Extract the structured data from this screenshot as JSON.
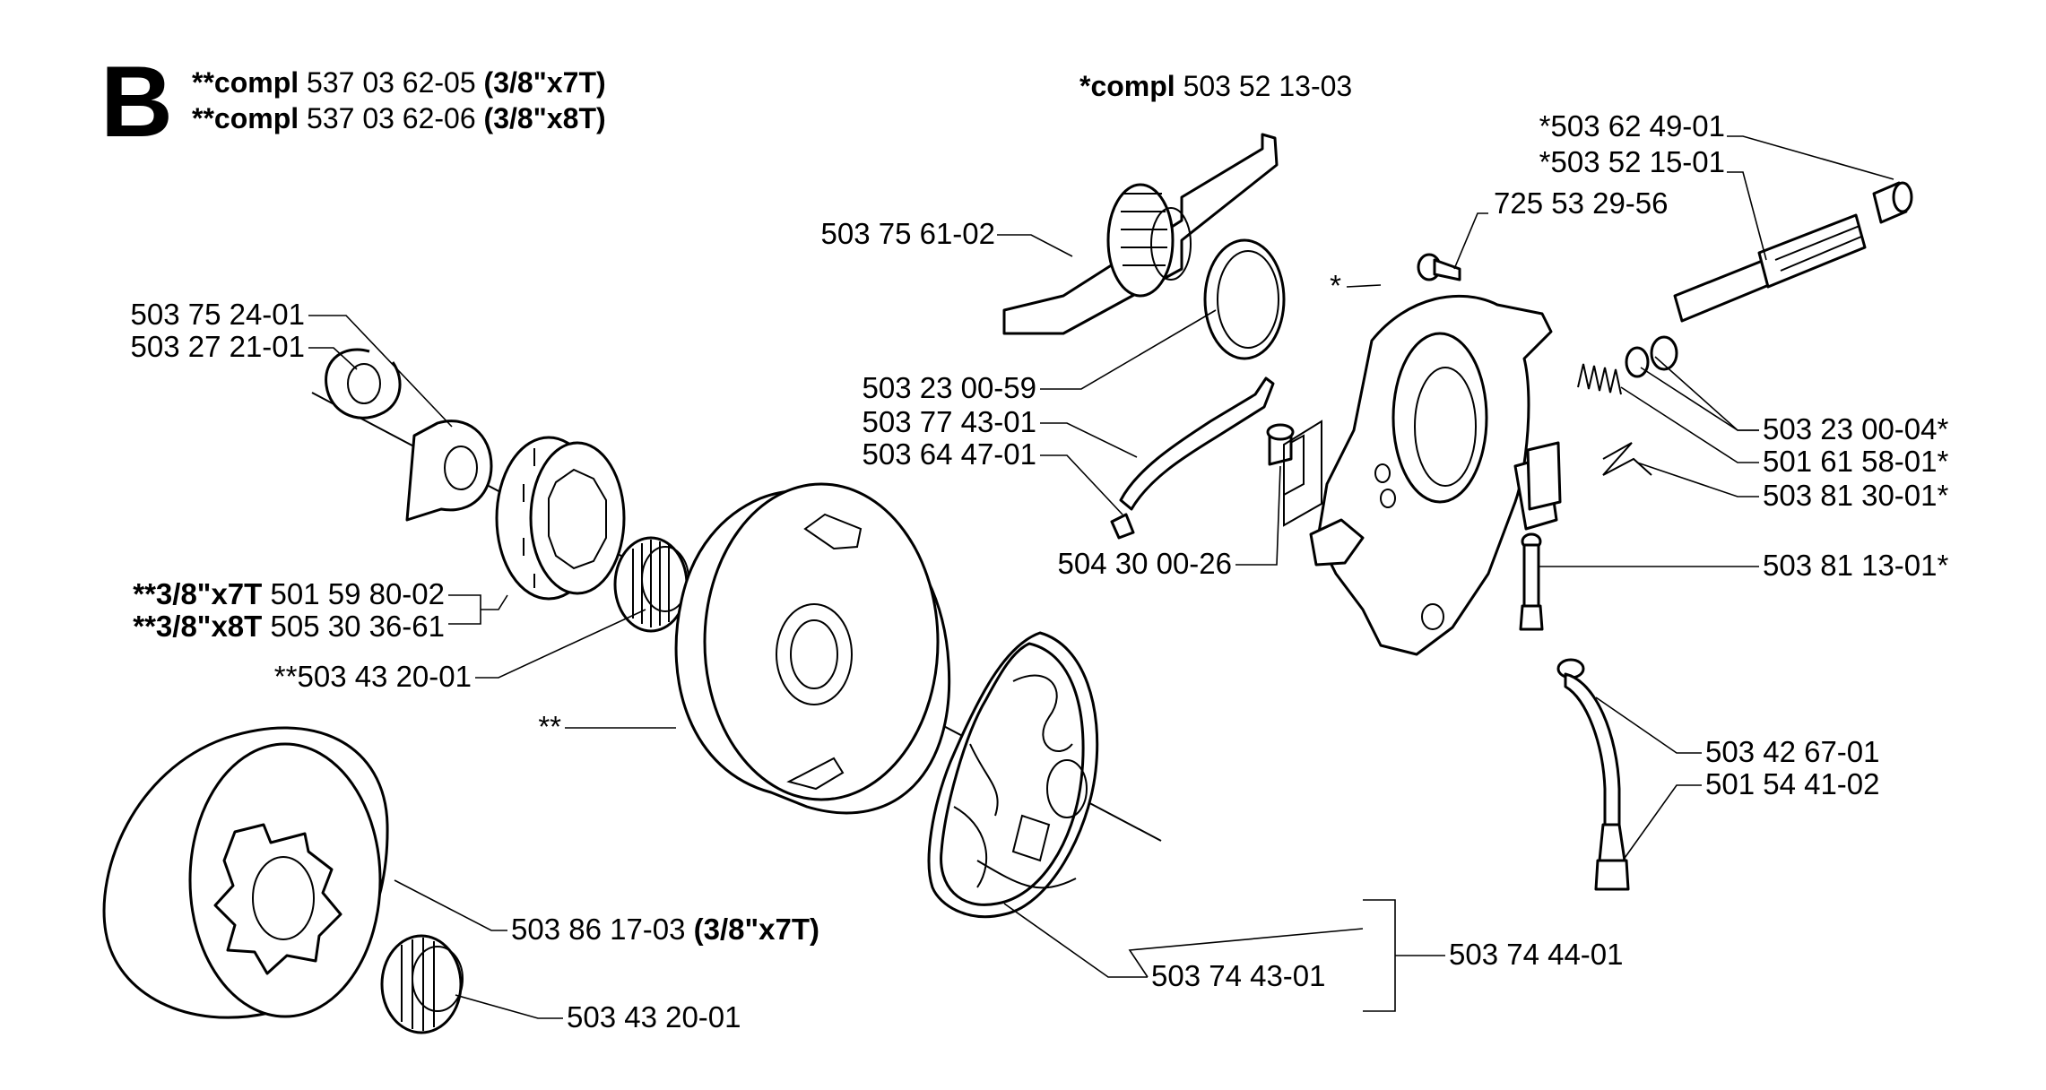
{
  "section_letter": "B",
  "header": {
    "line1_prefix": "**compl",
    "line1_number": " 537 03 62-05 ",
    "line1_suffix": "(3/8\"x7T)",
    "line2_prefix": "**compl",
    "line2_number": " 537 03 62-06 ",
    "line2_suffix": "(3/8\"x8T)",
    "pump_prefix": "*compl",
    "pump_number": " 503 52 13-03"
  },
  "labels": {
    "p_503_62_49_01": "*503 62 49-01",
    "p_503_52_15_01": "*503 52 15-01",
    "p_725_53_29_56": "725 53 29-56",
    "p_503_75_61_02": "503 75 61-02",
    "p_star": "*",
    "p_503_75_24_01": "503 75 24-01",
    "p_503_27_21_01": "503 27 21-01",
    "p_503_23_00_59": "503 23 00-59",
    "p_503_77_43_01": "503 77 43-01",
    "p_503_64_47_01": "503 64 47-01",
    "p_503_23_00_04": "503 23 00-04*",
    "p_501_61_58_01": "501 61 58-01*",
    "p_503_81_30_01": "503 81 30-01*",
    "p_504_30_00_26": "504 30 00-26",
    "p_503_81_13_01": "503 81 13-01*",
    "p_sprocket_7t_prefix": "**3/8\"x7T",
    "p_sprocket_7t_number": " 501 59 80-02",
    "p_sprocket_8t_prefix": "**3/8\"x8T",
    "p_sprocket_8t_number": " 505 30 36-61",
    "p_503_43_20_01_a": "**503 43 20-01",
    "p_double_star": "**",
    "p_503_42_67_01": "503 42 67-01",
    "p_501_54_41_02": "501 54 41-02",
    "p_503_86_17_03_number": "503 86 17-03 ",
    "p_503_86_17_03_suffix": "(3/8\"x7T)",
    "p_503_74_43_01": "503 74 43-01",
    "p_503_74_44_01": "503 74 44-01",
    "p_503_43_20_01_b": "503 43 20-01"
  }
}
